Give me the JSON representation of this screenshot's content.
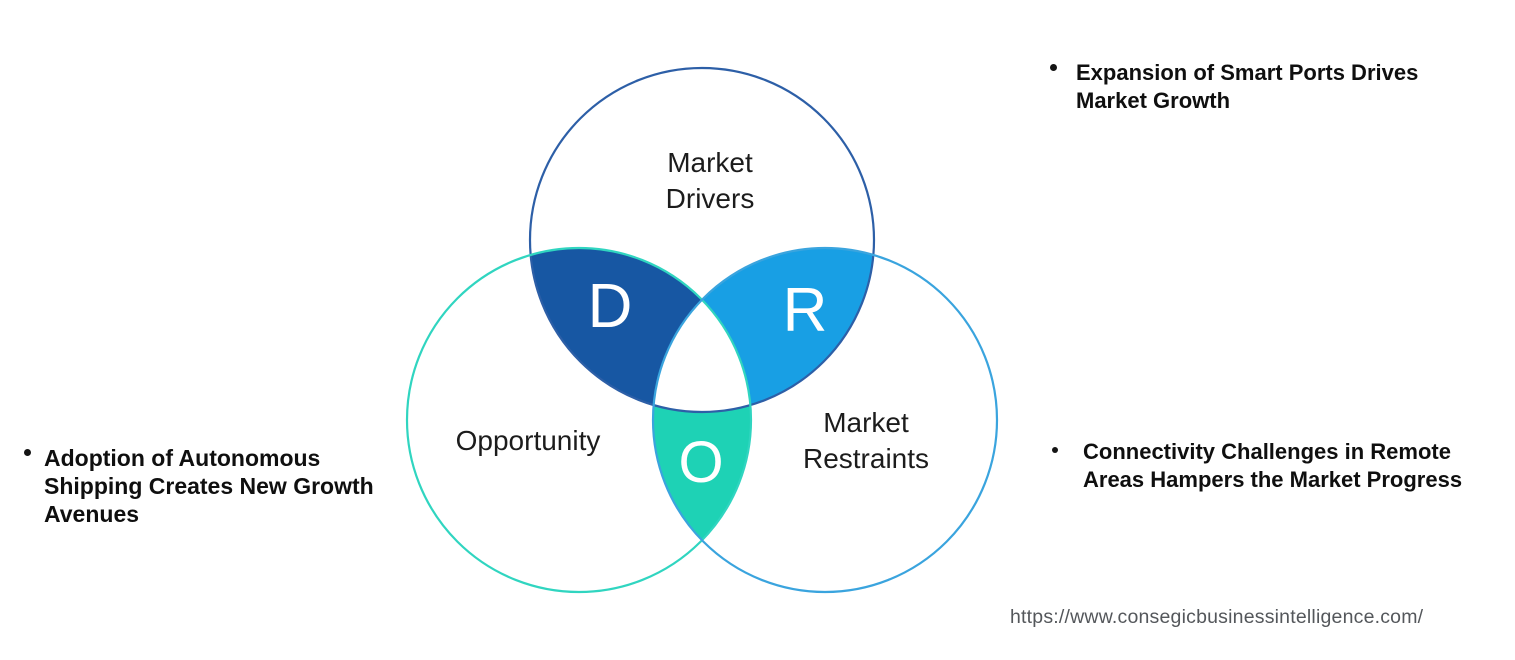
{
  "venn": {
    "label_color": "#1c1c1c",
    "letter_color": "#ffffff",
    "center_fill": "#ffffff",
    "circles": {
      "drivers": {
        "label_line1": "Market",
        "label_line2": "Drivers",
        "stroke_color": "#2d5fa7"
      },
      "opportunity": {
        "label": "Opportunity",
        "stroke_color": "#30d5c0"
      },
      "restraints": {
        "label_line1": "Market",
        "label_line2": "Restraints",
        "stroke_color": "#3aa4de"
      }
    },
    "intersections": {
      "drivers_opportunity": {
        "letter": "D",
        "fill_color": "#1757a3"
      },
      "drivers_restraints": {
        "letter": "R",
        "fill_color": "#189fe4"
      },
      "opportunity_restraints": {
        "letter": "O",
        "fill_color": "#1ed2b5"
      }
    }
  },
  "bullets": {
    "driver_note": {
      "lines": [
        "Expansion of Smart Ports Drives",
        "Market Growth"
      ]
    },
    "opportunity_note": {
      "lines": [
        "Adoption of Autonomous",
        "Shipping Creates New Growth",
        "Avenues"
      ]
    },
    "restraint_note": {
      "lines": [
        "Connectivity Challenges in Remote",
        "Areas Hampers the Market Progress"
      ]
    }
  },
  "footer": {
    "url": "https://www.consegicbusinessintelligence.com/"
  }
}
